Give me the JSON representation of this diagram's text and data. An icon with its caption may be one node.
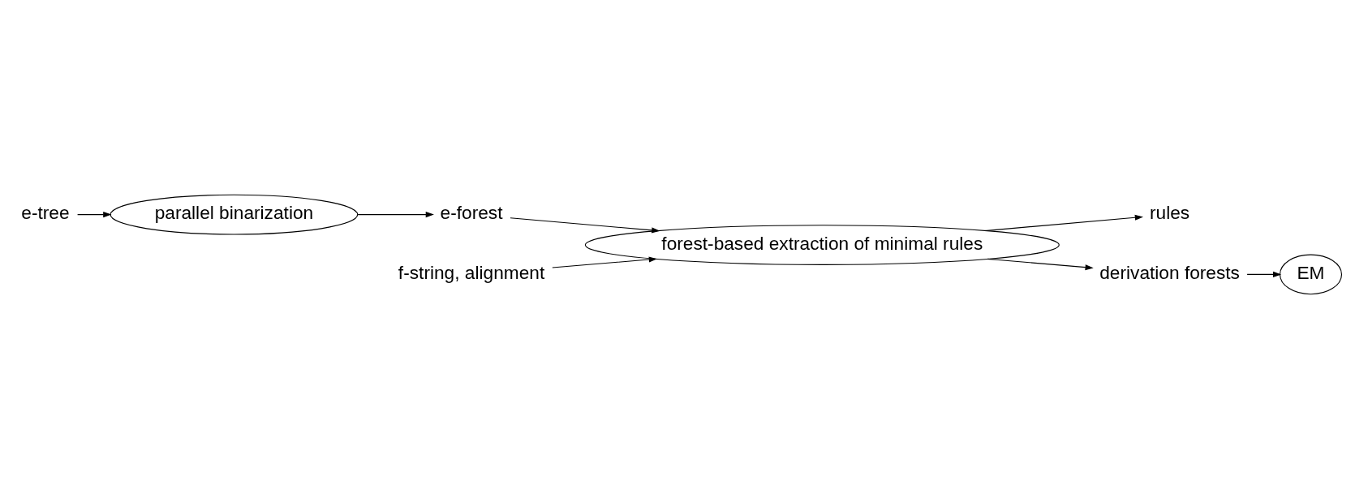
{
  "diagram": {
    "nodes": [
      {
        "text": [
          "e-tree"
        ]
      },
      {
        "text": [
          "parallel binarization"
        ]
      },
      {
        "text": [
          "e-forest"
        ]
      },
      {
        "text": [
          "forest-based extraction of minimal rules"
        ]
      },
      {
        "text": [
          "f-string, alignment"
        ]
      },
      {
        "text": [
          "rules"
        ]
      },
      {
        "text": [
          "derivation forests"
        ]
      },
      {
        "text": [
          "EM"
        ]
      }
    ],
    "edges": [
      {
        "from": 0,
        "to": 1,
        "arrow": "to"
      },
      {
        "from": 1,
        "to": 2,
        "arrow": "to"
      },
      {
        "from": 2,
        "to": 3,
        "arrow": "to"
      },
      {
        "from": 4,
        "to": 3,
        "arrow": "to"
      },
      {
        "from": 3,
        "to": 5,
        "arrow": "to"
      },
      {
        "from": 3,
        "to": 6,
        "arrow": "to"
      },
      {
        "from": 6,
        "to": 7,
        "arrow": "to"
      }
    ]
  }
}
